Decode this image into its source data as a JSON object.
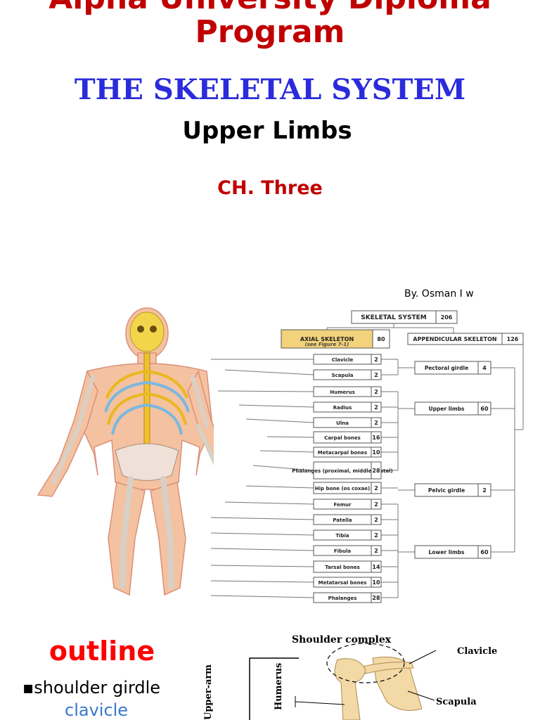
{
  "header": {
    "title_line1": "Alpha University Diploma",
    "title_line2": "Program",
    "subject": "THE SKELETAL SYSTEM",
    "subtitle": "Upper Limbs",
    "chapter": "CH. Three",
    "author": "By. Osman I w"
  },
  "colors": {
    "title": "#c00000",
    "subject": "#2b2bdc",
    "outline_heading": "#ff0000",
    "link_text": "#3a78c9",
    "axial_box": "#f2d27a"
  },
  "chart": {
    "root": {
      "label": "SKELETAL SYSTEM",
      "count": "206"
    },
    "axial": {
      "label": "AXIAL SKELETON",
      "note": "(see Figure 7-1)",
      "count": "80"
    },
    "appendicular": {
      "label": "APPENDICULAR SKELETON",
      "count": "126"
    },
    "bones": [
      {
        "label": "Clavicle",
        "count": "2"
      },
      {
        "label": "Scapula",
        "count": "2"
      },
      {
        "label": "Humerus",
        "count": "2"
      },
      {
        "label": "Radius",
        "count": "2"
      },
      {
        "label": "Ulna",
        "count": "2"
      },
      {
        "label": "Carpal bones",
        "count": "16"
      },
      {
        "label": "Metacarpal bones",
        "count": "10"
      },
      {
        "label": "Phalanges (proximal, middle, distal)",
        "count": "28"
      },
      {
        "label": "Hip bone (os coxae)",
        "count": "2"
      },
      {
        "label": "Femur",
        "count": "2"
      },
      {
        "label": "Patella",
        "count": "2"
      },
      {
        "label": "Tibia",
        "count": "2"
      },
      {
        "label": "Fibula",
        "count": "2"
      },
      {
        "label": "Tarsal bones",
        "count": "14"
      },
      {
        "label": "Metatarsal bones",
        "count": "10"
      },
      {
        "label": "Phalanges",
        "count": "28"
      }
    ],
    "groups": [
      {
        "label": "Pectoral girdle",
        "count": "4"
      },
      {
        "label": "Upper limbs",
        "count": "60"
      },
      {
        "label": "Pelvic girdle",
        "count": "2"
      },
      {
        "label": "Lower limbs",
        "count": "60"
      }
    ]
  },
  "outline": {
    "heading": "outline",
    "bullet": "▪",
    "item1": "shoulder girdle",
    "item2": "clavicle"
  },
  "shoulder_figure": {
    "label_complex": "Shoulder complex",
    "label_clavicle": "Clavicle",
    "label_scapula": "Scapula",
    "label_humerus": "Humerus",
    "label_upperarm": "Upper-arm"
  }
}
